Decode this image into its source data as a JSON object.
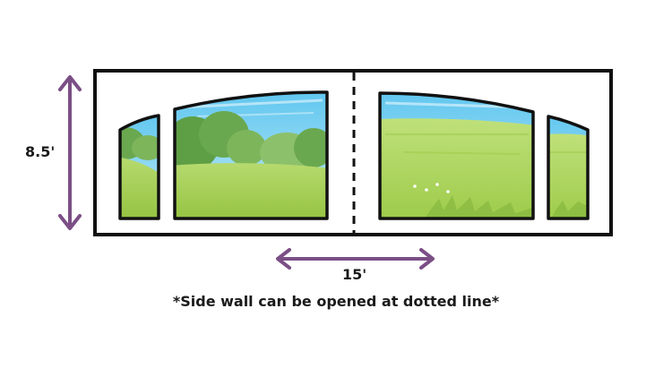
{
  "diagram": {
    "height_dimension": "8.5'",
    "width_dimension": "15'",
    "note": "*Side wall can be opened at dotted line*",
    "colors": {
      "arrow": "#7b4f86",
      "outline": "#111111",
      "sky": "#8fd3f0",
      "grass": "#a4cf55",
      "trees": "#6aa84f"
    },
    "icons": [
      "double-arrow-vertical-icon",
      "double-arrow-horizontal-icon"
    ]
  }
}
